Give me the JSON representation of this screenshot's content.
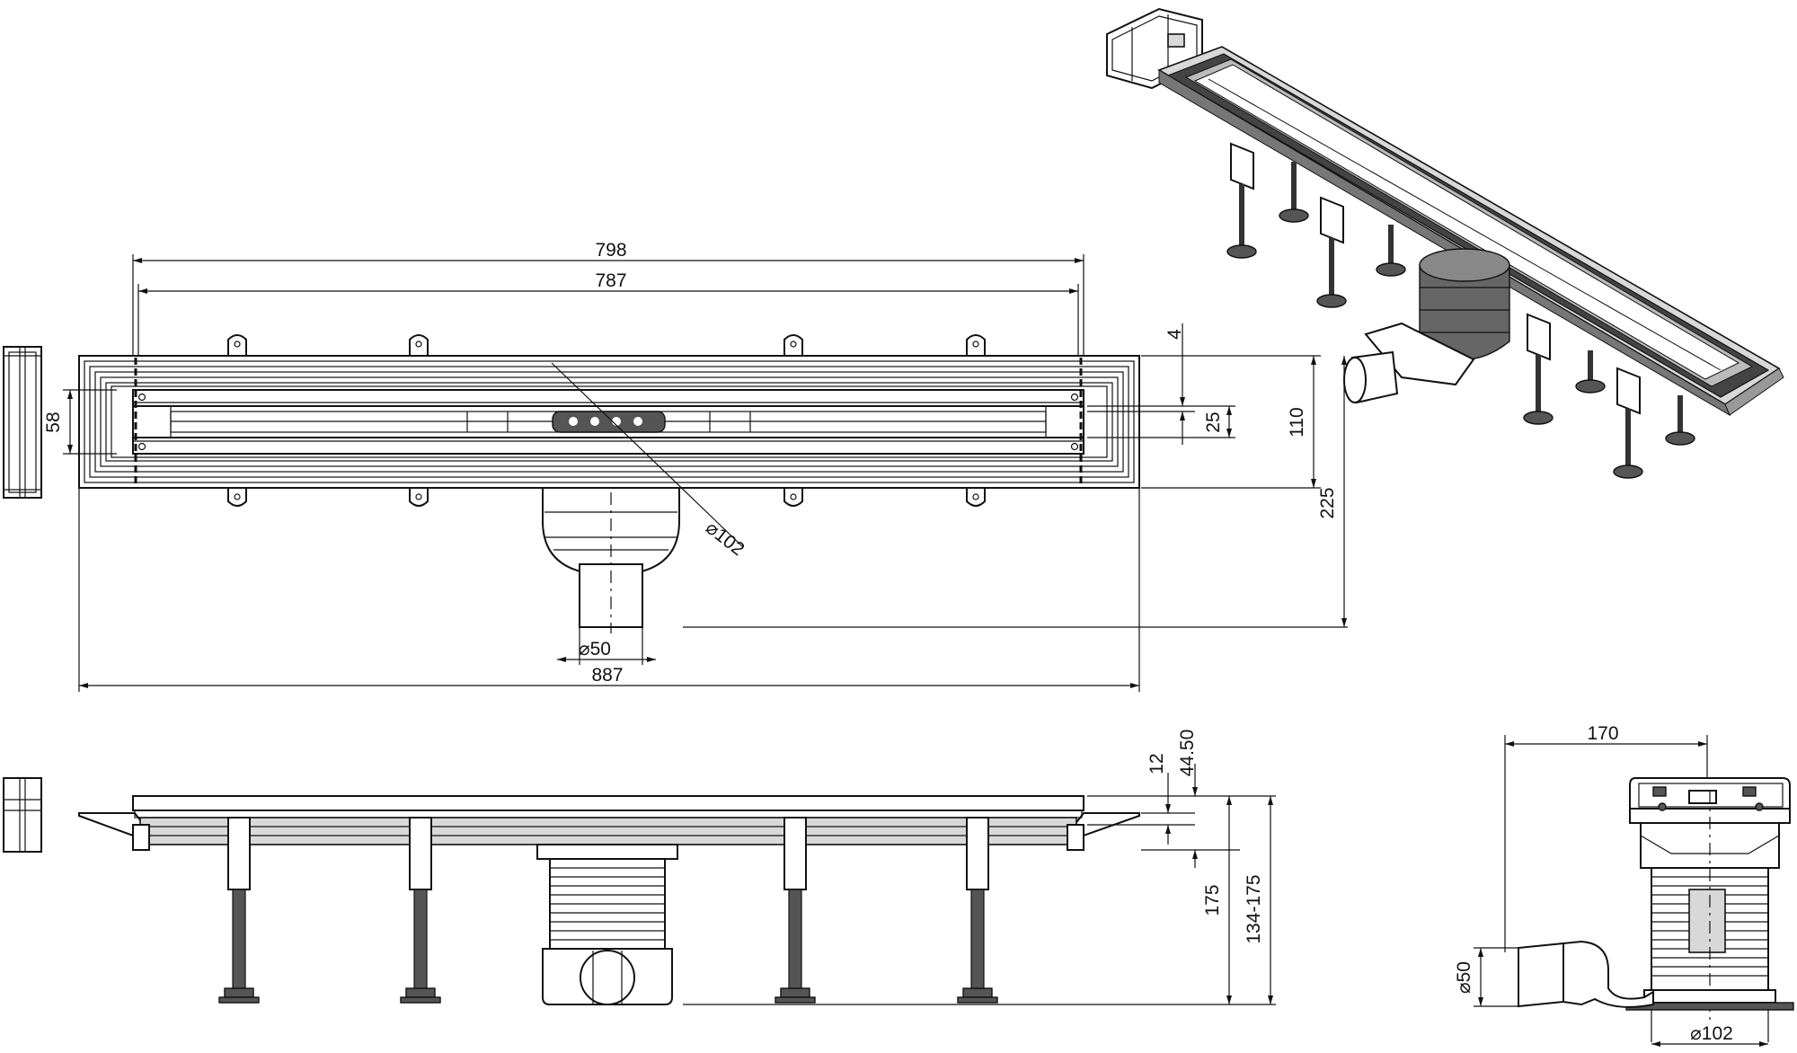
{
  "dimensions": {
    "top_length_outer": "798",
    "top_length_inner": "787",
    "overall_length": "887",
    "channel_depth": "58",
    "height_4": "4",
    "height_25": "25",
    "height_110": "110",
    "height_225": "225",
    "dia_102_top": "⌀102",
    "dia_50_top": "⌀50",
    "side_12": "12",
    "side_44_50": "44.50",
    "side_175": "175",
    "side_134_175": "134-175",
    "end_170": "170",
    "end_dia_50": "⌀50",
    "end_dia_102": "⌀102"
  }
}
